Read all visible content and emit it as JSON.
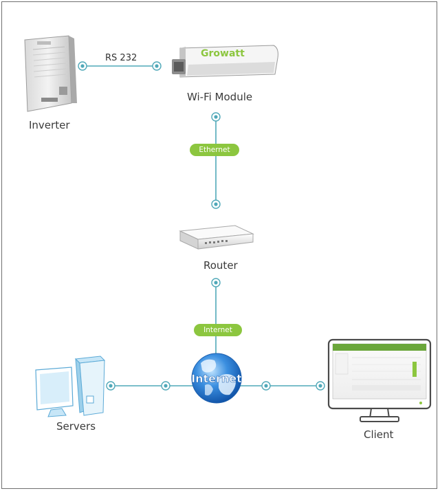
{
  "nodes": {
    "inverter": {
      "label": "Inverter"
    },
    "wifi_module": {
      "label": "Wi-Fi Module",
      "logo_text": "Growatt"
    },
    "router": {
      "label": "Router"
    },
    "servers": {
      "label": "Servers"
    },
    "client": {
      "label": "Client"
    },
    "internet_globe": {
      "label": "Internet"
    }
  },
  "connections": {
    "inverter_wifi": {
      "label": "RS 232"
    },
    "wifi_router": {
      "label": "Ethernet"
    },
    "router_internet": {
      "label": "Internet"
    }
  },
  "colors": {
    "line": "#4fa8b8",
    "pill": "#8cc63f",
    "globe": "#2f7fd6",
    "accent_green": "#8cc63f"
  }
}
